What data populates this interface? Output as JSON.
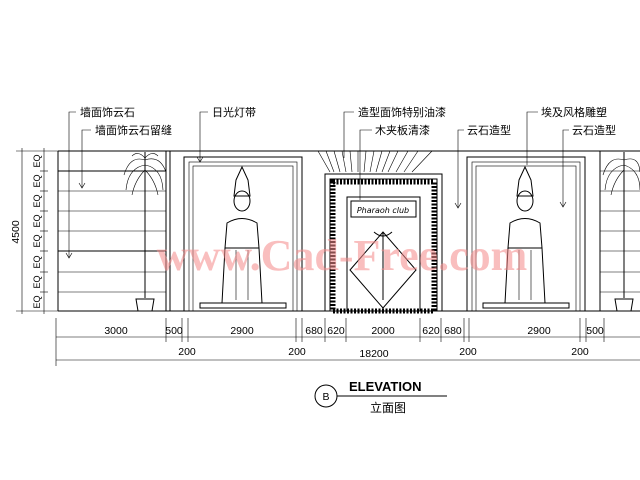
{
  "colors": {
    "line": "#000000",
    "watermark": "#f58a8a",
    "background": "#ffffff"
  },
  "labels": {
    "wall_stone": "墙面饰云石",
    "wall_stone_joint": "墙面饰云石留缝",
    "light_strip": "日光灯带",
    "special_paint": "造型面饰特别油漆",
    "plywood_varnish": "木夹板清漆",
    "marble_shape_1": "云石造型",
    "egyptian_sculpture": "埃及风格雕塑",
    "marble_shape_2": "云石造型"
  },
  "door_sign": "Pharaoh club",
  "watermark": "www.Cad-Free.com",
  "vertical_dim": {
    "total": "4500",
    "segment": "EQ",
    "segments": [
      "EQ",
      "EQ",
      "EQ",
      "EQ",
      "EQ",
      "EQ",
      "EQ",
      "EQ"
    ]
  },
  "dims_row1": [
    "3000",
    "500",
    "2900",
    "680",
    "620",
    "2000",
    "620",
    "680",
    "2900",
    "500"
  ],
  "dims_row1b": [
    "200",
    "200",
    "200",
    "200"
  ],
  "dims_total": "18200",
  "title": {
    "marker": "B",
    "main": "ELEVATION",
    "sub": "立面图"
  }
}
